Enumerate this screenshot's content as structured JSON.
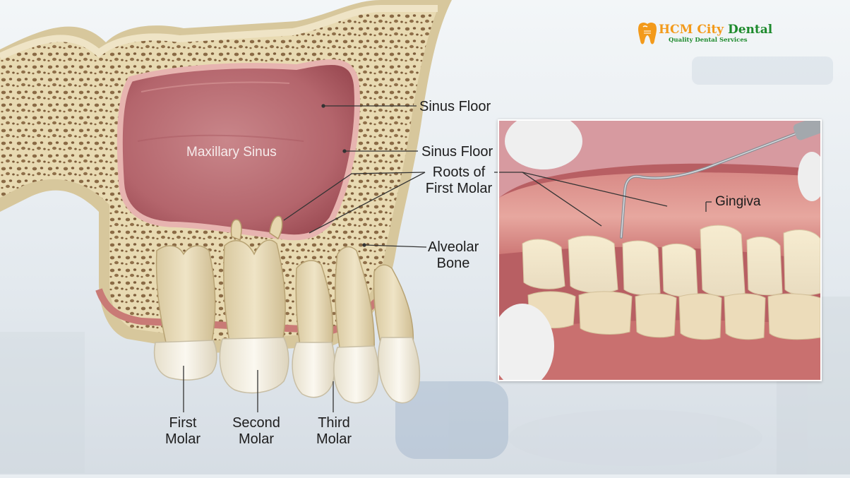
{
  "logo": {
    "brand_part1": "HCM City",
    "brand_part2": "Dental",
    "tagline": "Quality Dental Services",
    "icon": "tooth-icon",
    "colors": {
      "orange": "#f39a1b",
      "green": "#1d8a2c"
    }
  },
  "diagram_labels": {
    "maxillary_sinus": "Maxillary Sinus",
    "sinus_floor_top": "Sinus Floor",
    "sinus_floor_mid": "Sinus Floor",
    "roots_line1": "Roots of",
    "roots_line2": "First Molar",
    "alveolar_line1": "Alveolar",
    "alveolar_line2": "Bone",
    "gingiva": "Gingiva",
    "first_molar_line1": "First",
    "first_molar_line2": "Molar",
    "second_molar_line1": "Second",
    "second_molar_line2": "Molar",
    "third_molar_line1": "Third",
    "third_molar_line2": "Molar"
  },
  "colors": {
    "bone": "#e9dcb8",
    "sinus": "#c9747a",
    "gum": "#d98c8c",
    "tooth": "#f3efe4",
    "leader": "#333333"
  }
}
